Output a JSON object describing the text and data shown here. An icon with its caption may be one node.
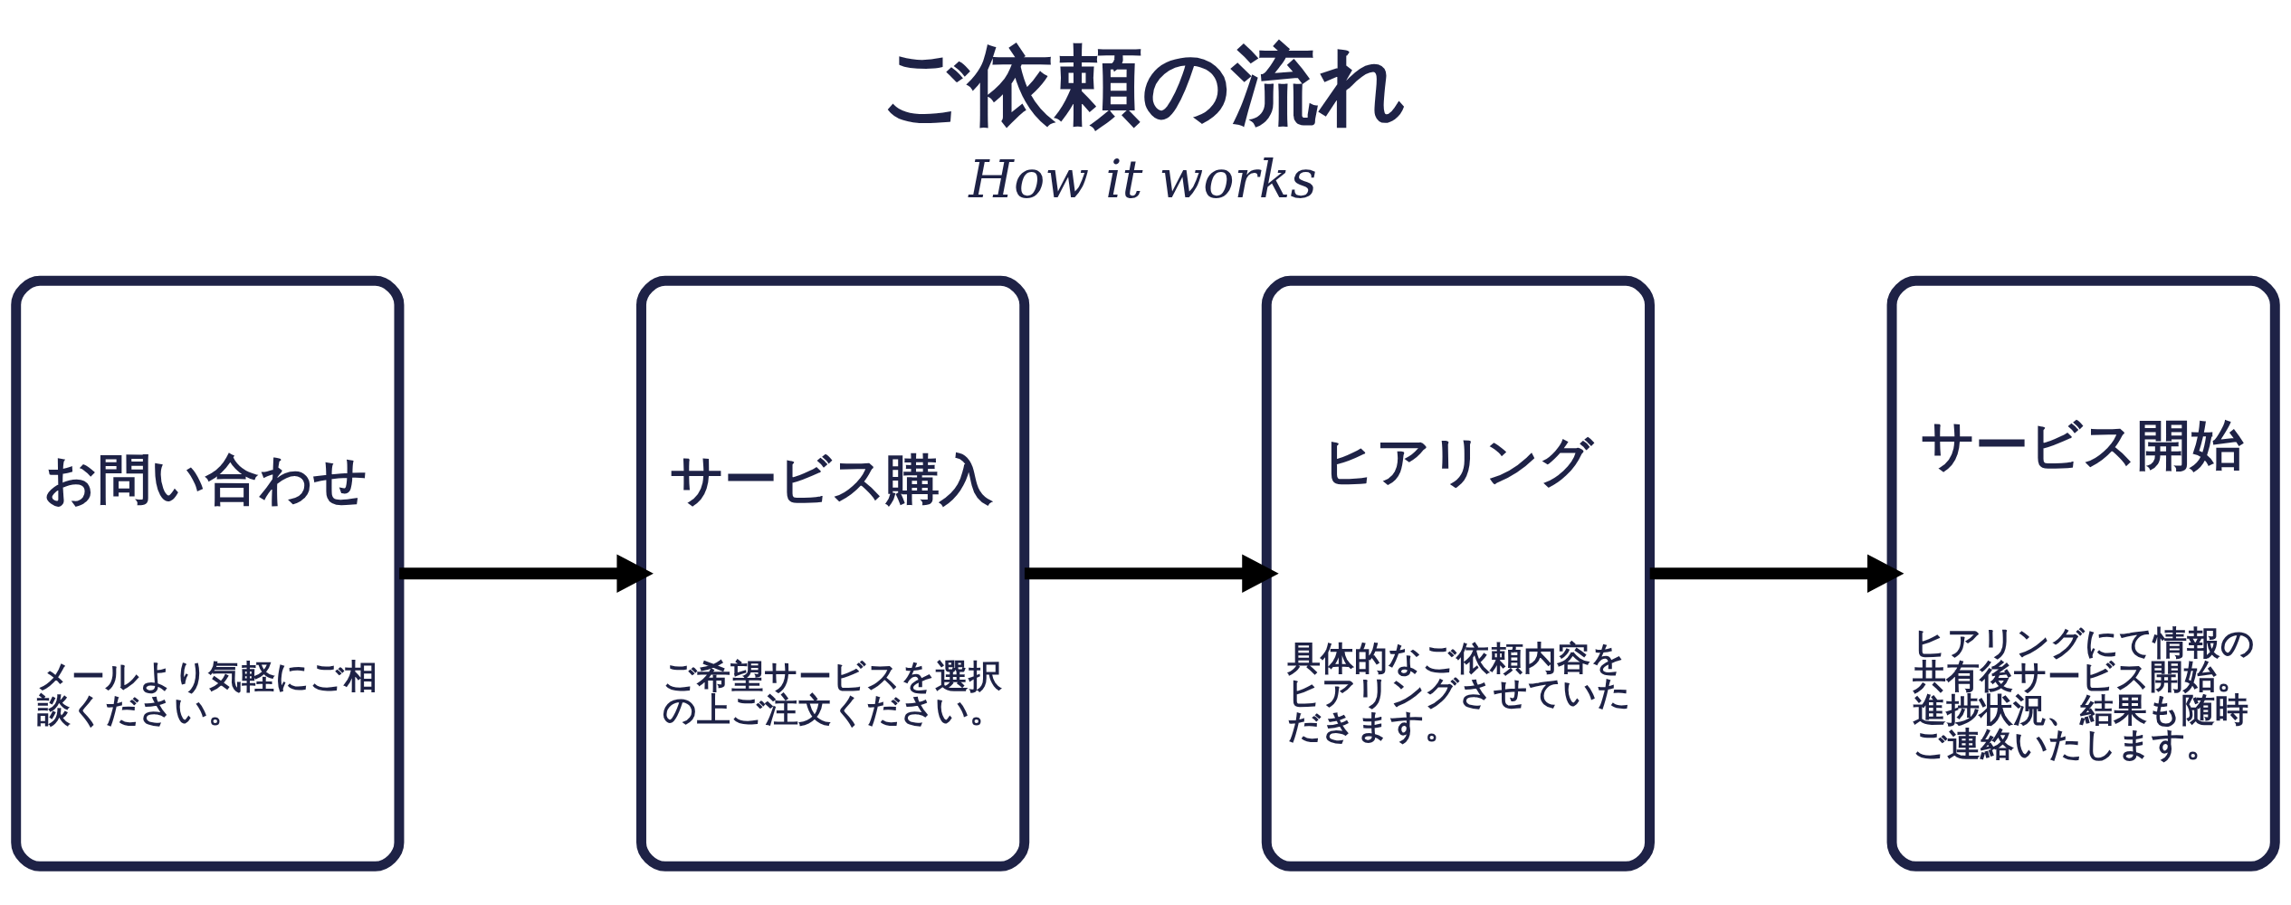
{
  "diagram": {
    "title": "ご依頼の流れ",
    "nodes": [
      {
        "text": [
          "お問い合わせ",
          "メールより気軽にご相談ください。"
        ]
      },
      {
        "text": [
          "サービス購入",
          "ご希望サービスを選択の上ご注文ください。"
        ]
      },
      {
        "text": [
          "ヒアリング",
          "具体的なご依頼内容をヒアリングさせていただきます。"
        ]
      },
      {
        "text": [
          "サービス開始",
          "ヒアリングにて情報の共有後サービス開始。進捗状況、結果も随時ご連絡いたします。"
        ]
      }
    ],
    "edges": [
      {
        "from": 0,
        "to": 1,
        "arrow": "to"
      },
      {
        "from": 1,
        "to": 2,
        "arrow": "to"
      },
      {
        "from": 2,
        "to": 3,
        "arrow": "to"
      }
    ],
    "labels": [
      "How it works"
    ]
  }
}
